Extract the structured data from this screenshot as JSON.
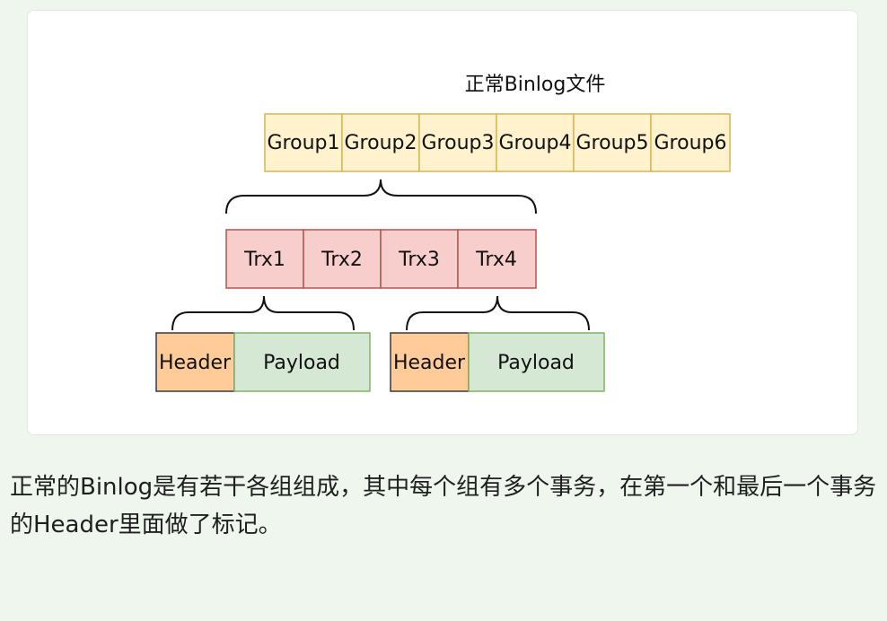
{
  "diagram": {
    "title": "正常Binlog文件",
    "groups": [
      "Group1",
      "Group2",
      "Group3",
      "Group4",
      "Group5",
      "Group6"
    ],
    "transactions": [
      "Trx1",
      "Trx2",
      "Trx3",
      "Trx4"
    ],
    "event_blocks": [
      {
        "header": "Header",
        "payload": "Payload"
      },
      {
        "header": "Header",
        "payload": "Payload"
      }
    ],
    "colors": {
      "group_fill": "#fff2cc",
      "group_stroke": "#d6b656",
      "trx_fill": "#f8cecc",
      "trx_stroke": "#b85450",
      "header_fill": "#ffcc99",
      "header_stroke": "#36393d",
      "payload_fill": "#d5e8d4",
      "payload_stroke": "#82b366"
    }
  },
  "caption": "正常的Binlog是有若干各组组成，其中每个组有多个事务，在第一个和最后一个事务的Header里面做了标记。"
}
